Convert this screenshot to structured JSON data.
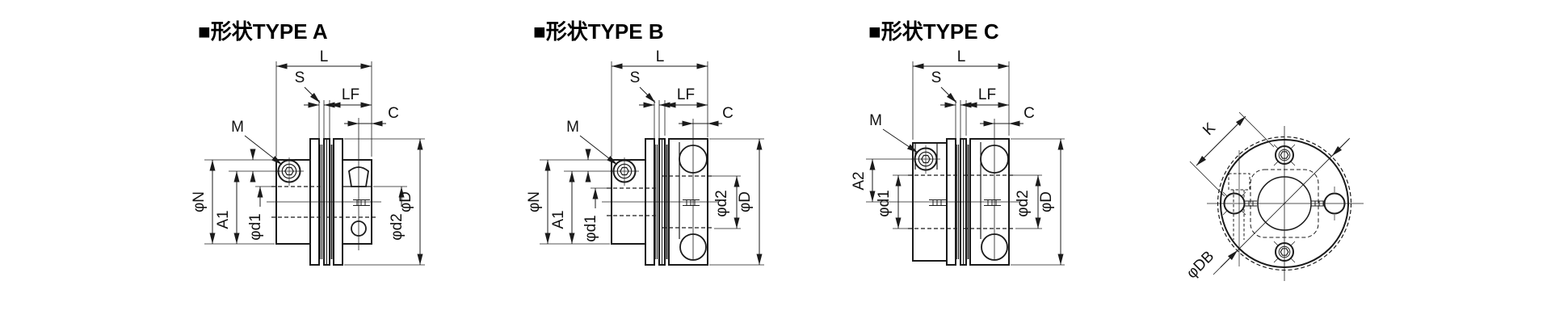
{
  "colors": {
    "line": "#1b1b1b",
    "background": "#ffffff"
  },
  "figures": {
    "type_a": {
      "title": "■形状TYPE A",
      "dims": {
        "l": "L",
        "s": "S",
        "lf": "LF",
        "c": "C",
        "m": "M",
        "phi_n": "φN",
        "a1": "A1",
        "phi_d1": "φd1",
        "phi_d2": "φd2",
        "phi_d": "φD"
      }
    },
    "type_b": {
      "title": "■形状TYPE B",
      "dims": {
        "l": "L",
        "s": "S",
        "lf": "LF",
        "c": "C",
        "m": "M",
        "phi_n": "φN",
        "a1": "A1",
        "phi_d1": "φd1",
        "phi_d2": "φd2",
        "phi_d": "φD"
      }
    },
    "type_c": {
      "title": "■形状TYPE C",
      "dims": {
        "l": "L",
        "s": "S",
        "lf": "LF",
        "c": "C",
        "m": "M",
        "a2": "A2",
        "phi_d1": "φd1",
        "phi_d2": "φd2",
        "phi_d": "φD"
      }
    },
    "end_view": {
      "dims": {
        "k": "K",
        "phi_db": "φDB"
      }
    }
  }
}
